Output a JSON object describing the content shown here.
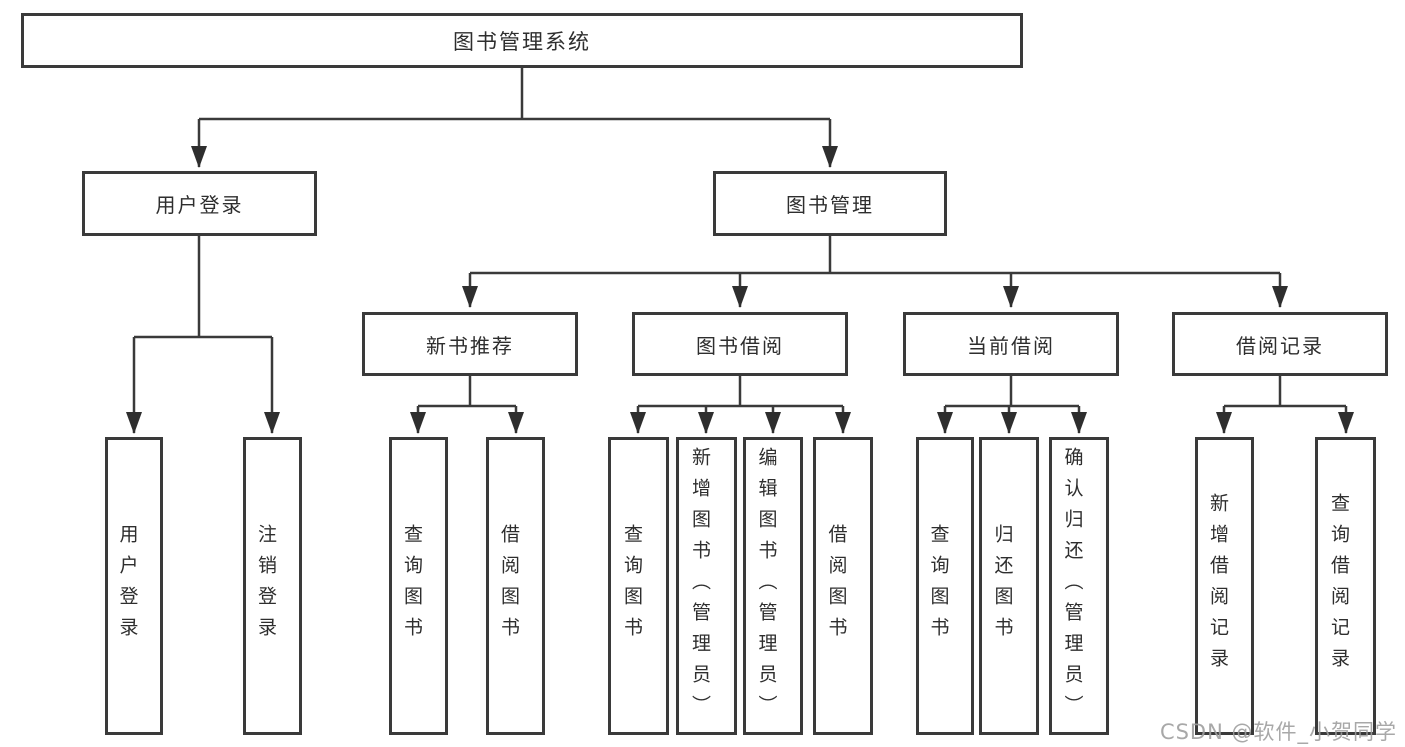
{
  "colors": {
    "background": "#ffffff",
    "line": "#3a3a3a",
    "box_border": "#3a3a3a",
    "text": "#2e2e2e",
    "watermark": "#9e9e9e"
  },
  "diagram_type": "hierarchy-tree",
  "tree": {
    "root": {
      "label": "图书管理系统"
    },
    "branches": [
      {
        "label": "用户登录",
        "children": [
          {
            "label": "用户登录"
          },
          {
            "label": "注销登录"
          }
        ]
      },
      {
        "label": "图书管理",
        "children": [
          {
            "label": "新书推荐",
            "children": [
              {
                "label": "查询图书"
              },
              {
                "label": "借阅图书"
              }
            ]
          },
          {
            "label": "图书借阅",
            "children": [
              {
                "label": "查询图书"
              },
              {
                "label": "新增图书（管理员）"
              },
              {
                "label": "编辑图书（管理员）"
              },
              {
                "label": "借阅图书"
              }
            ]
          },
          {
            "label": "当前借阅",
            "children": [
              {
                "label": "查询图书"
              },
              {
                "label": "归还图书"
              },
              {
                "label": "确认归还（管理员）"
              }
            ]
          },
          {
            "label": "借阅记录",
            "children": [
              {
                "label": "新增借阅记录"
              },
              {
                "label": "查询借阅记录"
              }
            ]
          }
        ]
      }
    ]
  },
  "watermark": {
    "text": "CSDN @软件_小贺同学"
  }
}
